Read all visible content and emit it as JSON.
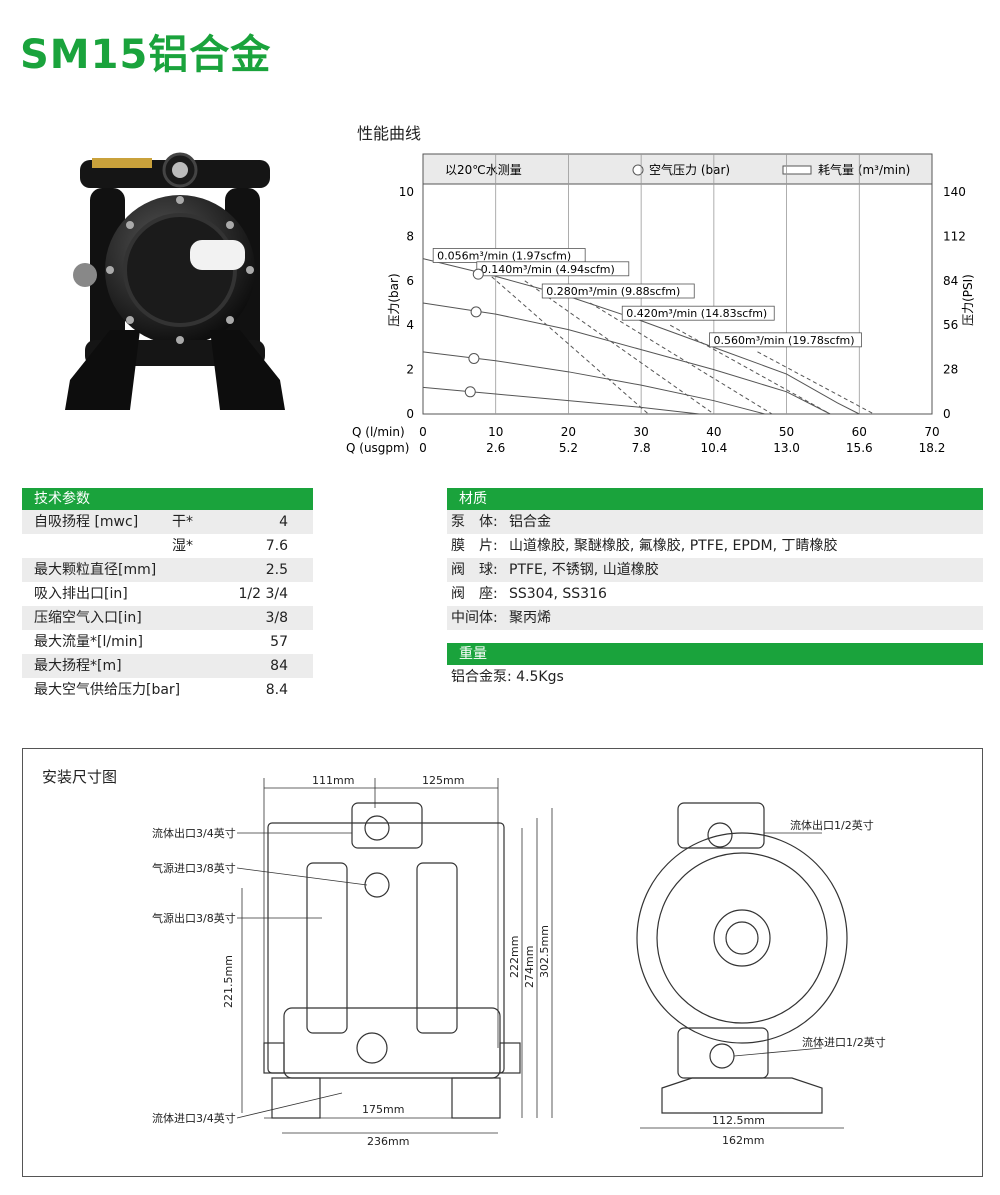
{
  "title": "SM15铝合金",
  "perf": {
    "title": "性能曲线",
    "legend_note": "以20℃水测量",
    "legend_pressure": "空气压力 (bar)",
    "legend_air": "耗气量 (m³/min)",
    "left_axis_label": "压力(bar)",
    "right_axis_label": "压力(PSI)",
    "x_label_1": "Q (l/min)",
    "x_label_2": "Q (usgpm)"
  },
  "chart_data": {
    "type": "line",
    "xlim": [
      0,
      70
    ],
    "ylim": [
      0,
      10
    ],
    "x_ticks_lpm": [
      "0",
      "10",
      "20",
      "30",
      "40",
      "50",
      "60",
      "70"
    ],
    "x_ticks_usgpm": [
      "0",
      "2.6",
      "5.2",
      "7.8",
      "10.4",
      "13.0",
      "15.6",
      "18.2"
    ],
    "y_ticks_bar": [
      "0",
      "2",
      "4",
      "6",
      "8",
      "10"
    ],
    "y_ticks_psi": [
      "0",
      "28",
      "56",
      "84",
      "112",
      "140"
    ],
    "pressure_curves": [
      {
        "start_pressure": 7.0,
        "points": [
          [
            0,
            7.0
          ],
          [
            10,
            6.2
          ],
          [
            20,
            5.3
          ],
          [
            30,
            4.2
          ],
          [
            40,
            3.0
          ],
          [
            50,
            1.8
          ],
          [
            57,
            0.5
          ],
          [
            60,
            0
          ]
        ]
      },
      {
        "start_pressure": 5.0,
        "points": [
          [
            0,
            5.0
          ],
          [
            10,
            4.5
          ],
          [
            20,
            3.8
          ],
          [
            30,
            2.9
          ],
          [
            40,
            2.0
          ],
          [
            50,
            1.0
          ],
          [
            56,
            0
          ]
        ]
      },
      {
        "start_pressure": 2.8,
        "points": [
          [
            0,
            2.8
          ],
          [
            10,
            2.4
          ],
          [
            20,
            1.9
          ],
          [
            30,
            1.3
          ],
          [
            40,
            0.6
          ],
          [
            47,
            0
          ]
        ]
      },
      {
        "start_pressure": 1.2,
        "points": [
          [
            0,
            1.2
          ],
          [
            10,
            0.9
          ],
          [
            20,
            0.6
          ],
          [
            30,
            0.3
          ],
          [
            38,
            0
          ]
        ]
      }
    ],
    "air_markers": [
      [
        6.5,
        1.0
      ],
      [
        7,
        2.5
      ],
      [
        7.3,
        4.6
      ],
      [
        7.6,
        6.3
      ]
    ],
    "air_consumption_lines": [
      {
        "label": "0.056m³/min (1.97scfm)",
        "points": [
          [
            8,
            6.6
          ],
          [
            31,
            0
          ]
        ]
      },
      {
        "label": "0.140m³/min (4.94scfm)",
        "points": [
          [
            14,
            6.0
          ],
          [
            40,
            0
          ]
        ]
      },
      {
        "label": "0.280m³/min (9.88scfm)",
        "points": [
          [
            23,
            5.0
          ],
          [
            48,
            0
          ]
        ]
      },
      {
        "label": "0.420m³/min (14.83scfm)",
        "points": [
          [
            34,
            4.0
          ],
          [
            56,
            0
          ]
        ]
      },
      {
        "label": "0.560m³/min (19.78scfm)",
        "points": [
          [
            46,
            2.8
          ],
          [
            62,
            0
          ]
        ]
      }
    ]
  },
  "tech": {
    "header": "技术参数",
    "rows": [
      {
        "label": "自吸扬程 [mwc]",
        "sub": "干*",
        "value": "4"
      },
      {
        "label": "",
        "sub": "湿*",
        "value": "7.6"
      },
      {
        "label": "最大颗粒直径[mm]",
        "sub": "",
        "value": "2.5"
      },
      {
        "label": "吸入排出口[in]",
        "sub": "",
        "value": "1/2  3/4"
      },
      {
        "label": "压缩空气入口[in]",
        "sub": "",
        "value": "3/8"
      },
      {
        "label": "最大流量*[l/min]",
        "sub": "",
        "value": "57"
      },
      {
        "label": "最大扬程*[m]",
        "sub": "",
        "value": "84"
      },
      {
        "label": "最大空气供给压力[bar]",
        "sub": "",
        "value": "8.4"
      }
    ]
  },
  "material": {
    "header": "材质",
    "rows": [
      {
        "key": "泵　体:",
        "value": "铝合金"
      },
      {
        "key": "膜　片:",
        "value": "山道橡胶, 聚醚橡胶, 氟橡胶, PTFE, EPDM, 丁睛橡胶"
      },
      {
        "key": "阀　球:",
        "value": "PTFE, 不锈钢, 山道橡胶"
      },
      {
        "key": "阀　座:",
        "value": "SS304, SS316"
      },
      {
        "key": "中间体:",
        "value": "聚丙烯"
      }
    ]
  },
  "weight": {
    "header": "重量",
    "value": "铝合金泵: 4.5Kgs"
  },
  "install": {
    "title": "安装尺寸图",
    "dims": {
      "d111": "111mm",
      "d125": "125mm",
      "d175": "175mm",
      "d236": "236mm",
      "d222": "222mm",
      "d274": "274mm",
      "d3025": "302.5mm",
      "d2215": "221.5mm",
      "d1125": "112.5mm",
      "d162": "162mm"
    },
    "labels": {
      "outlet_34": "流体出口3/4英寸",
      "air_38a": "气源进口3/8英寸",
      "air_38b": "气源出口3/8英寸",
      "inlet_34": "流体进口3/4英寸",
      "outlet_12": "流体出口1/2英寸",
      "inlet_12": "流体进口1/2英寸"
    }
  }
}
